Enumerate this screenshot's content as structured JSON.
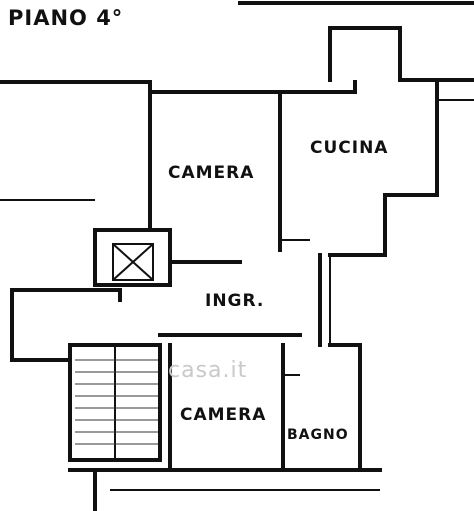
{
  "floor_label": "PIANO 4°",
  "rooms": {
    "camera_top": "CAMERA",
    "cucina": "CUCINA",
    "ingresso": "INGR.",
    "camera_bottom": "CAMERA",
    "bagno": "BAGNO"
  },
  "watermark": "casa.it",
  "icons": {
    "elevator": "elevator-shaft-icon",
    "stairs": "staircase-icon"
  }
}
